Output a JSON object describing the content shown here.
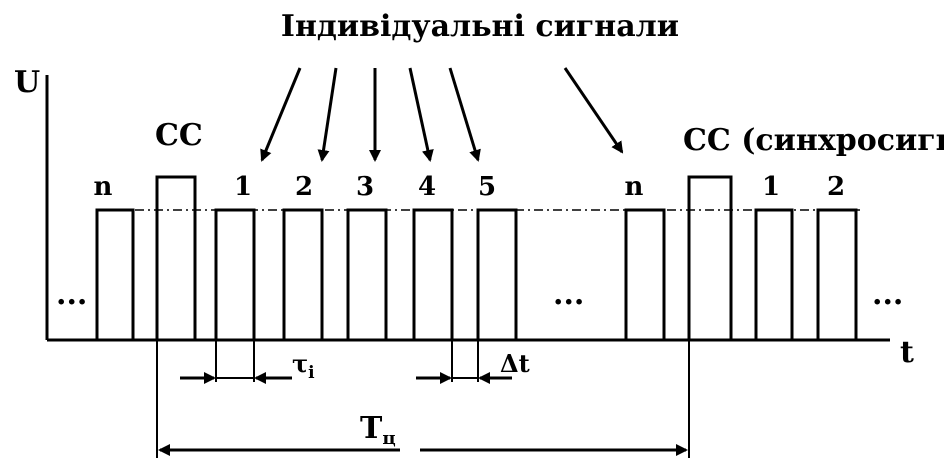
{
  "title": "Індивідуальні сигнали",
  "axis": {
    "y_label": "U",
    "x_label": "t"
  },
  "labels": {
    "cc_left": "CC",
    "cc_right": "CC (синхросигна",
    "ellipsis": "...",
    "tau": "τ",
    "tau_sub": "i",
    "delta_t": "Δt",
    "period": "T",
    "period_sub": "ц"
  },
  "pulse_labels": [
    "n",
    "1",
    "2",
    "3",
    "4",
    "5",
    "n",
    "1",
    "2"
  ]
}
